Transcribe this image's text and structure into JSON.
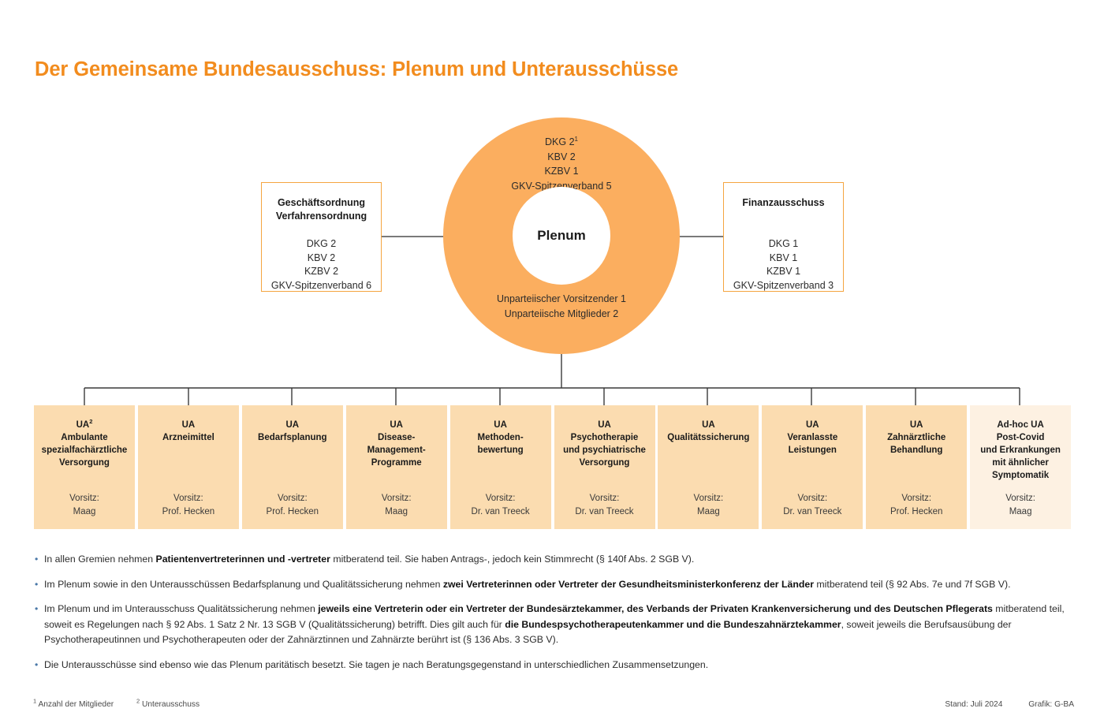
{
  "title": "Der Gemeinsame Bundesausschuss: Plenum und Unterausschüsse",
  "colors": {
    "accent_orange": "#F28C1E",
    "donut_fill": "#FBAE5F",
    "box_fill": "#FBDCB0",
    "adhoc_fill": "#FDF1E2",
    "box_border": "#F5A540",
    "bullet": "#4A78A8",
    "line": "#3a3a3a"
  },
  "plenum": {
    "center_label": "Plenum",
    "top_lines": [
      "DKG 2",
      "KBV 2",
      "KZBV 1",
      "GKV-Spitzenverband 5"
    ],
    "top_first_superscript": "1",
    "bottom_lines": [
      "Unparteiischer Vorsitzender 1",
      "Unparteiische Mitglieder 2"
    ]
  },
  "side_boxes": {
    "left": {
      "title_lines": [
        "Geschäftsordnung",
        "Verfahrensordnung"
      ],
      "body_lines": [
        "DKG 2",
        "KBV 2",
        "KZBV 2",
        "GKV-Spitzenverband 6"
      ]
    },
    "right": {
      "title_lines": [
        "Finanzausschuss"
      ],
      "body_lines": [
        "DKG 1",
        "KBV 1",
        "KZBV 1",
        "GKV-Spitzenverband 3"
      ]
    }
  },
  "chair_label": "Vorsitz:",
  "committees": [
    {
      "title_lines": [
        "UA",
        "Ambulante",
        "spezialfachärztliche",
        "Versorgung"
      ],
      "title_superscript": "2",
      "chair": "Maag",
      "adhoc": false
    },
    {
      "title_lines": [
        "UA",
        "Arzneimittel"
      ],
      "chair": "Prof. Hecken",
      "adhoc": false
    },
    {
      "title_lines": [
        "UA",
        "Bedarfsplanung"
      ],
      "chair": "Prof. Hecken",
      "adhoc": false
    },
    {
      "title_lines": [
        "UA",
        "Disease-",
        "Management-",
        "Programme"
      ],
      "chair": "Maag",
      "adhoc": false
    },
    {
      "title_lines": [
        "UA",
        "Methoden-",
        "bewertung"
      ],
      "chair": "Dr. van Treeck",
      "adhoc": false
    },
    {
      "title_lines": [
        "UA",
        "Psychotherapie",
        "und psychiatrische",
        "Versorgung"
      ],
      "chair": "Dr. van Treeck",
      "adhoc": false
    },
    {
      "title_lines": [
        "UA",
        "Qualitätssicherung"
      ],
      "chair": "Maag",
      "adhoc": false
    },
    {
      "title_lines": [
        "UA",
        "Veranlasste",
        "Leistungen"
      ],
      "chair": "Dr. van Treeck",
      "adhoc": false
    },
    {
      "title_lines": [
        "UA",
        "Zahnärztliche",
        "Behandlung"
      ],
      "chair": "Prof. Hecken",
      "adhoc": false
    },
    {
      "title_lines": [
        "Ad-hoc UA",
        "Post-Covid",
        "und Erkrankungen",
        "mit ähnlicher",
        "Symptomatik"
      ],
      "chair": "Maag",
      "adhoc": true
    }
  ],
  "notes": [
    {
      "parts": [
        {
          "t": "In allen Gremien nehmen ",
          "b": false
        },
        {
          "t": "Patientenvertreterinnen und -vertreter",
          "b": true
        },
        {
          "t": " mitberatend teil. Sie haben Antrags-, jedoch kein Stimmrecht (§ 140f Abs. 2 SGB V).",
          "b": false
        }
      ]
    },
    {
      "parts": [
        {
          "t": "Im Plenum sowie in den Unterausschüssen Bedarfsplanung und Qualitätssicherung nehmen ",
          "b": false
        },
        {
          "t": "zwei Vertreterinnen oder Vertreter der Gesundheitsministerkonferenz der Länder",
          "b": true
        },
        {
          "t": " mitberatend teil (§ 92 Abs. 7e und 7f SGB V).",
          "b": false
        }
      ]
    },
    {
      "parts": [
        {
          "t": "Im Plenum und im Unterausschuss Qualitätssicherung nehmen ",
          "b": false
        },
        {
          "t": "jeweils eine Vertreterin oder ein Vertreter der Bundesärztekammer, des Verbands der Privaten Krankenversicherung und des Deutschen Pflegerats",
          "b": true
        },
        {
          "t": " mitberatend teil, soweit es Regelungen nach § 92 Abs. 1 Satz 2 Nr. 13 SGB V (Qualitätssicherung) betrifft. Dies gilt auch für ",
          "b": false
        },
        {
          "t": "die Bundespsychotherapeutenkammer und die Bundeszahnärztekammer",
          "b": true
        },
        {
          "t": ", soweit jeweils die Berufsausübung der Psychotherapeutinnen und Psychotherapeuten oder der Zahnärztinnen und Zahnärzte berührt ist (§ 136 Abs. 3 SGB V).",
          "b": false
        }
      ]
    },
    {
      "parts": [
        {
          "t": "Die Unterausschüsse sind ebenso wie das Plenum paritätisch besetzt. Sie tagen je nach Beratungsgegenstand in unterschiedlichen Zusammensetzungen.",
          "b": false
        }
      ]
    }
  ],
  "footnotes": {
    "fn1_marker": "1",
    "fn1": "Anzahl der Mitglieder",
    "fn2_marker": "2",
    "fn2": "Unterausschuss"
  },
  "footer": {
    "stand": "Stand: Juli 2024",
    "grafik": "Grafik: G-BA"
  }
}
